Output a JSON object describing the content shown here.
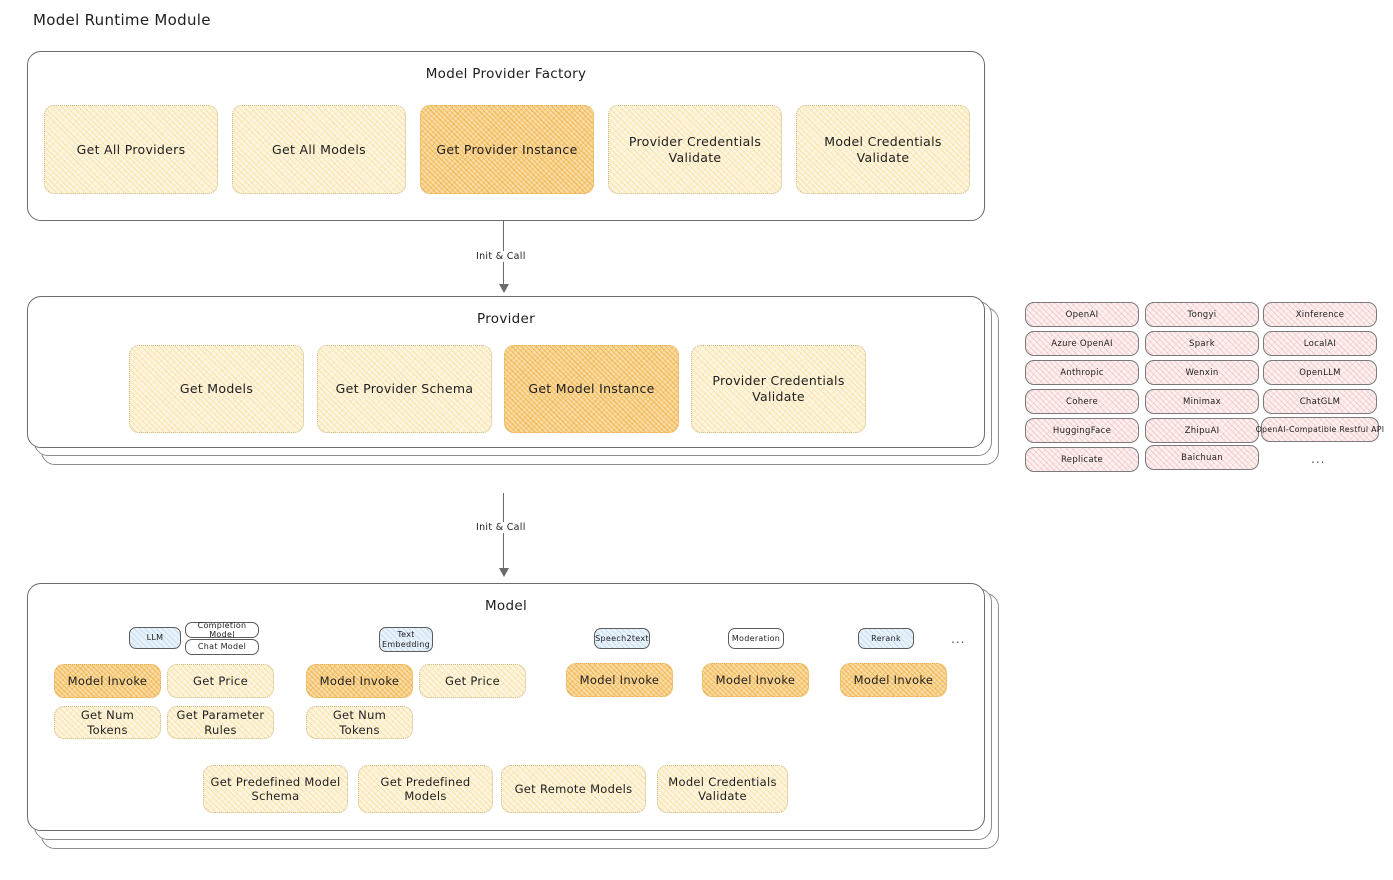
{
  "title": "Model Runtime Module",
  "factory": {
    "title": "Model Provider Factory",
    "boxes": [
      {
        "label": "Get All Providers",
        "highlight": false
      },
      {
        "label": "Get All Models",
        "highlight": false
      },
      {
        "label": "Get Provider Instance",
        "highlight": true
      },
      {
        "label": "Provider Credentials Validate",
        "highlight": false
      },
      {
        "label": "Model Credentials Validate",
        "highlight": false
      }
    ]
  },
  "arrow1": {
    "label": "Init & Call"
  },
  "provider": {
    "title": "Provider",
    "boxes": [
      {
        "label": "Get Models",
        "highlight": false
      },
      {
        "label": "Get Provider Schema",
        "highlight": false
      },
      {
        "label": "Get Model Instance",
        "highlight": true
      },
      {
        "label": "Provider Credentials Validate",
        "highlight": false
      }
    ]
  },
  "arrow2": {
    "label": "Init & Call"
  },
  "provider_list": {
    "columns": [
      [
        "OpenAI",
        "Azure OpenAI",
        "Anthropic",
        "Cohere",
        "HuggingFace",
        "Replicate"
      ],
      [
        "Tongyi",
        "Spark",
        "Wenxin",
        "Minimax",
        "ZhipuAI",
        "Baichuan"
      ],
      [
        "Xinference",
        "LocalAI",
        "OpenLLM",
        "ChatGLM",
        "OpenAI-Compatible Restful API"
      ]
    ],
    "more": "..."
  },
  "model": {
    "title": "Model",
    "more": "...",
    "groups": [
      {
        "tag": "LLM",
        "tag_blue": true,
        "subtags": [
          "Completion Model",
          "Chat Model"
        ],
        "boxes": [
          {
            "label": "Model Invoke",
            "highlight": true
          },
          {
            "label": "Get Price",
            "highlight": false
          },
          {
            "label": "Get Num Tokens",
            "highlight": false
          },
          {
            "label": "Get Parameter Rules",
            "highlight": false
          }
        ]
      },
      {
        "tag": "Text Embedding",
        "tag_blue": true,
        "subtags": [],
        "boxes": [
          {
            "label": "Model Invoke",
            "highlight": true
          },
          {
            "label": "Get Price",
            "highlight": false
          },
          {
            "label": "Get Num Tokens",
            "highlight": false
          }
        ]
      },
      {
        "tag": "Speech2text",
        "tag_blue": true,
        "subtags": [],
        "boxes": [
          {
            "label": "Model Invoke",
            "highlight": true
          }
        ]
      },
      {
        "tag": "Moderation",
        "tag_blue": false,
        "subtags": [],
        "boxes": [
          {
            "label": "Model Invoke",
            "highlight": true
          }
        ]
      },
      {
        "tag": "Rerank",
        "tag_blue": true,
        "subtags": [],
        "boxes": [
          {
            "label": "Model Invoke",
            "highlight": true
          }
        ]
      }
    ],
    "common_boxes": [
      {
        "label": "Get Predefined Model Schema"
      },
      {
        "label": "Get Predefined Models"
      },
      {
        "label": "Get Remote Models"
      },
      {
        "label": "Model Credentials Validate"
      }
    ]
  },
  "colors": {
    "fill_light": "#fdf5df",
    "fill_highlight": "#fbdca4",
    "pill_pink": "#fdf0f0",
    "tag_blue": "#e8f2fb",
    "stroke": "#6b6b6b"
  }
}
